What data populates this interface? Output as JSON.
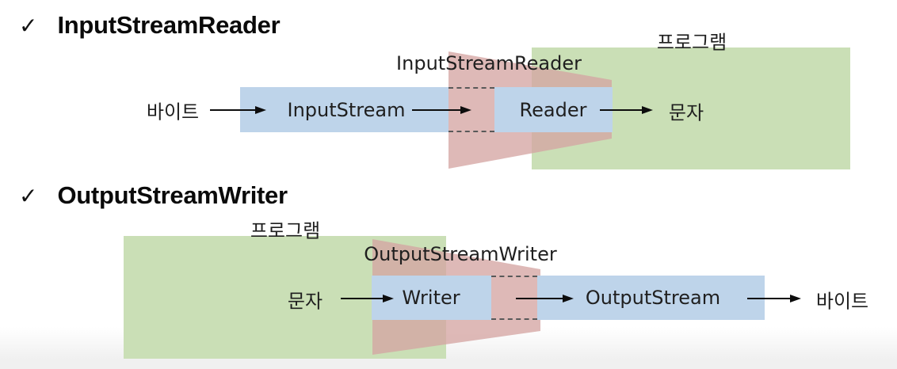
{
  "colors": {
    "box_blue": "#bed4ea",
    "program_green": "#cadfb6",
    "funnel_pink": "rgba(213,165,163,0.78)",
    "text": "#1a1a1a"
  },
  "sections": [
    {
      "heading": {
        "bullet": "✓",
        "title": "InputStreamReader"
      },
      "program_label": "프로그램",
      "funnel_label": "InputStreamReader",
      "source_label": "바이트",
      "box1_label": "InputStream",
      "box2_label": "Reader",
      "dest_label": "문자"
    },
    {
      "heading": {
        "bullet": "✓",
        "title": "OutputStreamWriter"
      },
      "program_label": "프로그램",
      "funnel_label": "OutputStreamWriter",
      "source_label": "문자",
      "box1_label": "Writer",
      "box2_label": "OutputStream",
      "dest_label": "바이트"
    }
  ]
}
